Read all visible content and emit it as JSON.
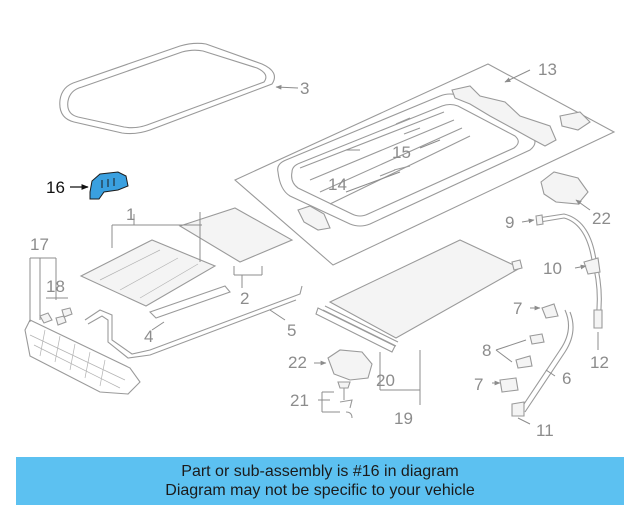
{
  "callouts": {
    "c1": "1",
    "c2": "2",
    "c3": "3",
    "c4": "4",
    "c5": "5",
    "c6": "6",
    "c7a": "7",
    "c7b": "7",
    "c8": "8",
    "c9": "9",
    "c10": "10",
    "c11": "11",
    "c12": "12",
    "c13": "13",
    "c14": "14",
    "c15": "15",
    "c16": "16",
    "c17": "17",
    "c18": "18",
    "c19": "19",
    "c20": "20",
    "c21": "21",
    "c22a": "22",
    "c22b": "22"
  },
  "highlight": {
    "part_number": "16",
    "color": "#3aa0e0"
  },
  "banner": {
    "line1": "Part or sub-assembly is #16 in diagram",
    "line2": "Diagram may not be specific to your vehicle",
    "background": "#5cc1f1"
  }
}
